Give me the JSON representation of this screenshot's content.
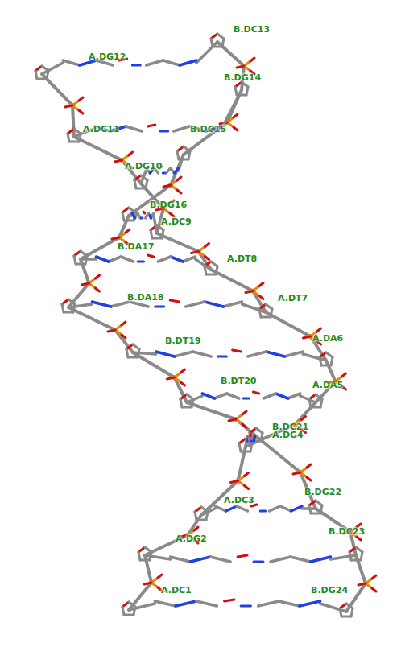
{
  "diagram": {
    "labels": [
      "A.DG12",
      "B.DC13",
      "B.DG14",
      "A.DC11",
      "B.DC15",
      "A.DG10",
      "B.DG16",
      "A.DC9",
      "B.DA17",
      "A.DT8",
      "A.DT7",
      "B.DA18",
      "A.DA6",
      "B.DT19",
      "A.DA5",
      "B.DT20",
      "B.DC21",
      "A.DG4",
      "A.DC3",
      "B.DG22",
      "A.DG2",
      "B.DC23",
      "A.DC1",
      "B.DG24"
    ]
  }
}
